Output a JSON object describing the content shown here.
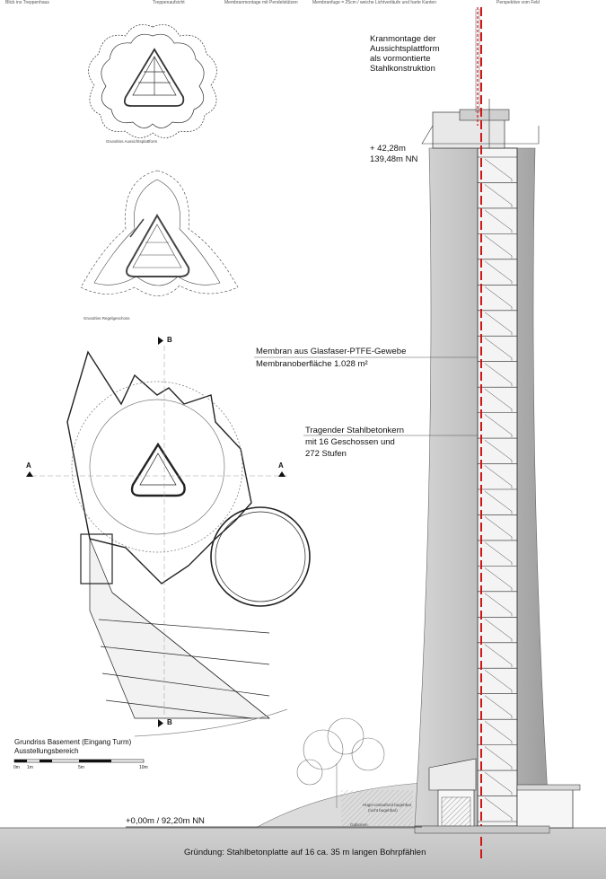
{
  "header": {
    "h1": "Blick ins Treppenhaus",
    "h2": "Treppenaufsicht",
    "h3": "Membranmontage mit Pendelstützen",
    "h4": "Membranfuge = 25cm / weiche Lichtverläufe und harte Kanten",
    "h5": "Perspektive vom Feld"
  },
  "plans": {
    "top_caption": "Grundriss Aussichtsplattform",
    "mid_caption": "Grundriss Regelgeschoss",
    "basement_title_1": "Grundriss Basement (Eingang Turm)",
    "basement_title_2": "Ausstellungsbereich",
    "section_mark": "B",
    "section_mark_side": "A",
    "scale": {
      "s0": "0m",
      "s1": "1m",
      "s5": "5m",
      "s10": "10m"
    }
  },
  "annotations": {
    "crane_1": "Kranmontage der",
    "crane_2": "Aussichtsplattform",
    "crane_3": "als vormontierte",
    "crane_4": "Stahlkonstruktion",
    "elev_top_1": "+ 42,28m",
    "elev_top_2": "139,48m NN",
    "membrane_1": "Membran aus Glasfaser-PTFE-Gewebe",
    "membrane_2": "Membranoberfläche 1.028 m²",
    "core_1": "Tragender Stahlbetonkern",
    "core_2": "mit 16 Geschossen und",
    "core_3": "272 Stufen",
    "elev_ground": "+0,00m / 92,20m NN",
    "hill_1": "Hügel umlaufend begehbar",
    "hill_2": "(nicht begehbar)",
    "gabions": "Gabionen",
    "foundation": "Gründung: Stahlbetonplatte auf 16 ca. 35 m langen Bohrpfählen"
  }
}
